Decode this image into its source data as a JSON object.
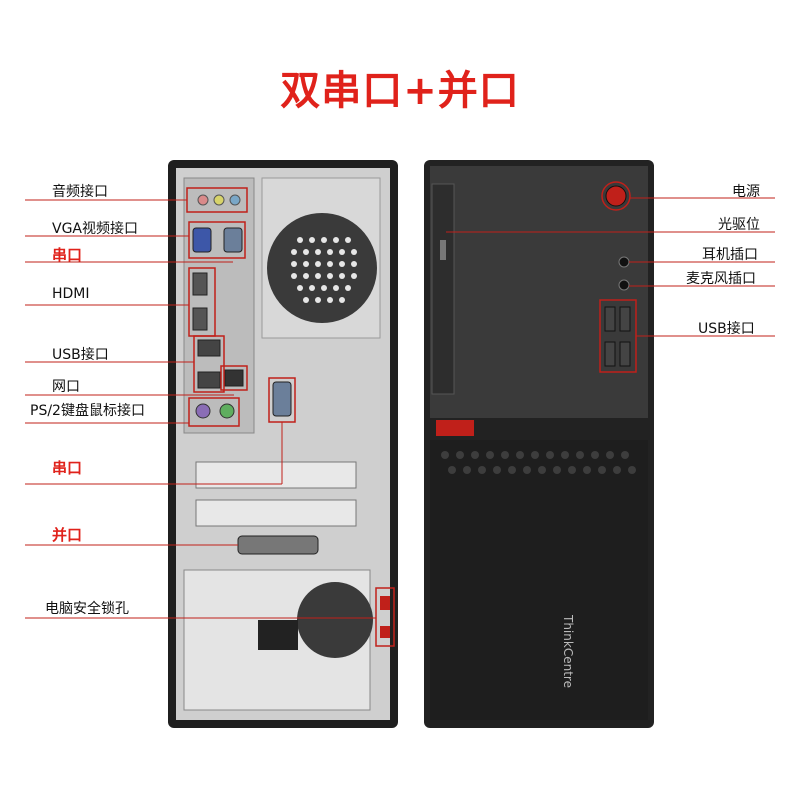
{
  "title": "双串口+并口",
  "left_labels": [
    {
      "text": "音频接口",
      "highlight": false
    },
    {
      "text": "VGA视频接口",
      "highlight": false
    },
    {
      "text": "串口",
      "highlight": true
    },
    {
      "text": "HDMI",
      "highlight": false
    },
    {
      "text": "USB接口",
      "highlight": false
    },
    {
      "text": "网口",
      "highlight": false
    },
    {
      "text": "PS/2键盘鼠标接口",
      "highlight": false
    },
    {
      "text": "串口",
      "highlight": true
    },
    {
      "text": "并口",
      "highlight": true
    },
    {
      "text": "电脑安全锁孔",
      "highlight": false
    }
  ],
  "right_labels": [
    {
      "text": "电源"
    },
    {
      "text": "光驱位"
    },
    {
      "text": "耳机插口"
    },
    {
      "text": "麦克风插口"
    },
    {
      "text": "USB接口"
    }
  ],
  "brand_text": "ThinkCentre",
  "colors": {
    "accent": "#e0221b",
    "line": "#c0201a",
    "case": "#2a2a2a",
    "metal": "#bdbdbd"
  }
}
